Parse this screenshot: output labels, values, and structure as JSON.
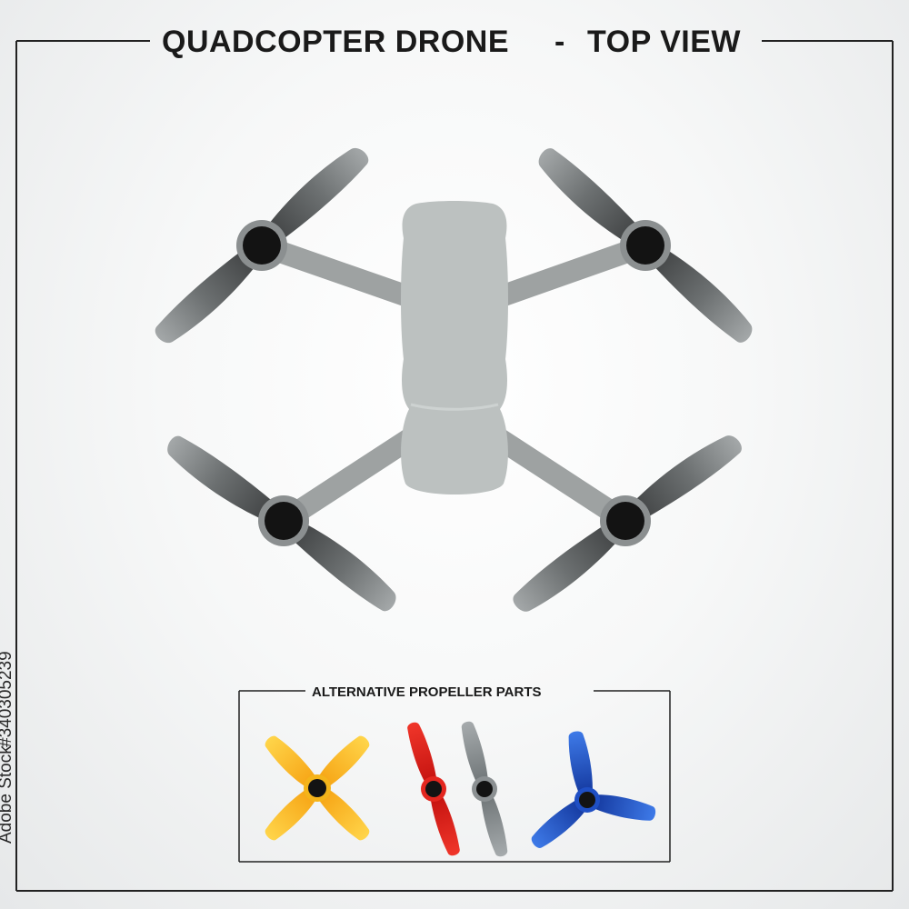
{
  "title": {
    "left": "QUADCOPTER DRONE",
    "separator": "-",
    "right": "TOP VIEW"
  },
  "inset": {
    "heading": "ALTERNATIVE PROPELLER PARTS"
  },
  "credit": {
    "prefix": "Adobe Stock",
    "id": "#340305239"
  },
  "colors": {
    "frame": "#222222",
    "body": "#bdc2c1",
    "arm": "#9ea2a2",
    "blade_dark": "#3f4142",
    "blade_light": "#9a9d9e",
    "hub": "#131313",
    "motor_ring": "#8b8f90",
    "prop_yellow": "#f4b41a",
    "prop_red": "#e3261f",
    "prop_grey": "#8b9092",
    "prop_blue": "#1f4fc4"
  },
  "icons": [
    "drone-body-icon",
    "propeller-icon",
    "four-blade-propeller-icon",
    "two-blade-propeller-icon",
    "three-blade-propeller-icon"
  ]
}
